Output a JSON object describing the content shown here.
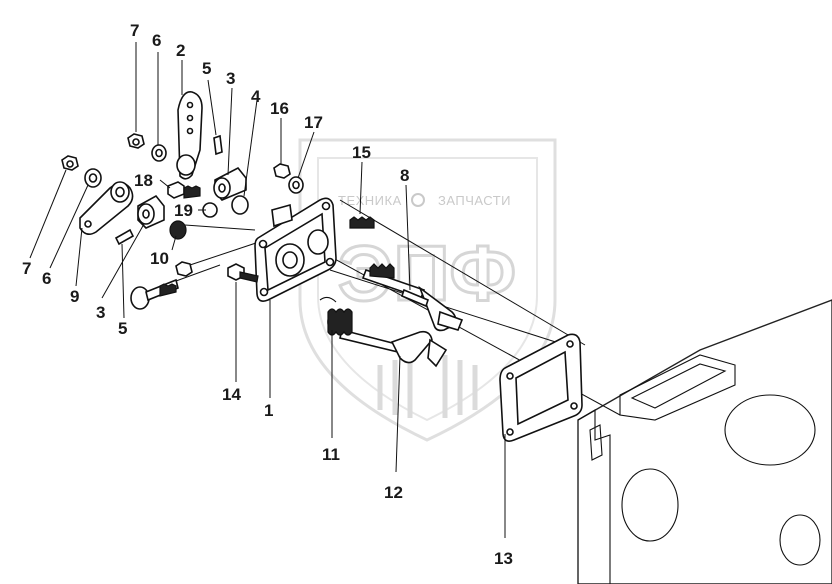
{
  "watermark": {
    "company_left": "ТЕХНИКА",
    "company_right": "ЗАПЧАСТИ",
    "logo_letters": "ЭПФ"
  },
  "labels": {
    "l7a": "7",
    "l6a": "6",
    "l2": "2",
    "l5a": "5",
    "l3a": "3",
    "l4": "4",
    "l16": "16",
    "l17": "17",
    "l15": "15",
    "l8": "8",
    "l18": "18",
    "l19": "19",
    "l10": "10",
    "l7b": "7",
    "l6b": "6",
    "l9": "9",
    "l3b": "3",
    "l5b": "5",
    "l14": "14",
    "l1": "1",
    "l11": "11",
    "l12": "12",
    "l13": "13"
  }
}
